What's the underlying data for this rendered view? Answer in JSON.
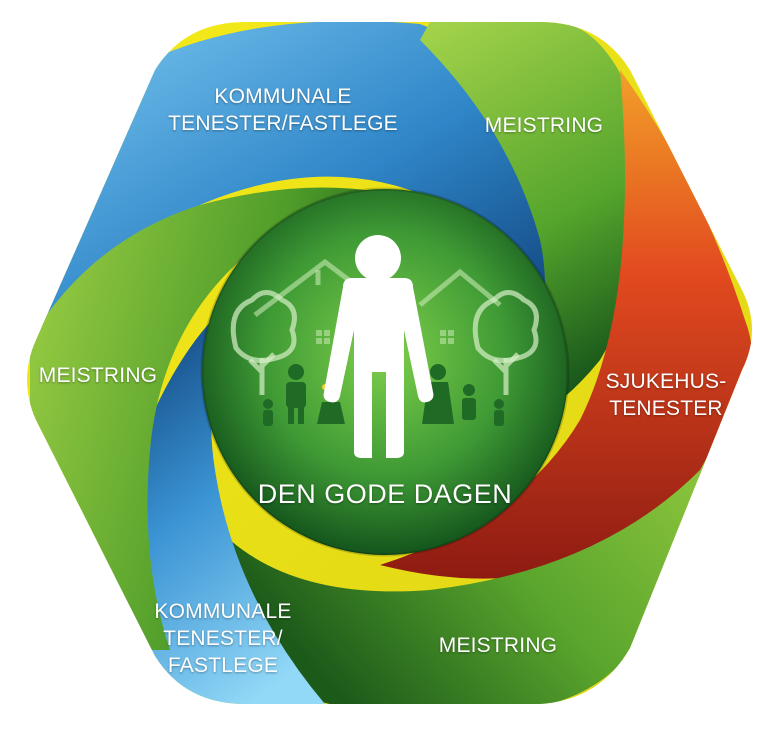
{
  "center": {
    "title": "DEN GODE DAGEN"
  },
  "segments": {
    "top_left": {
      "lines": [
        "KOMMUNALE",
        "TENESTER/FASTLEGE"
      ]
    },
    "top_right": {
      "lines": [
        "MEISTRING"
      ]
    },
    "left": {
      "lines": [
        "MEISTRING"
      ]
    },
    "right": {
      "lines": [
        "SJUKEHUS-",
        "TENESTER"
      ]
    },
    "bottom_left": {
      "lines": [
        "KOMMUNALE",
        "TENESTER/",
        "FASTLEGE"
      ]
    },
    "bottom_right": {
      "lines": [
        "MEISTRING"
      ]
    }
  },
  "icons": [
    "person-icon",
    "family-icon",
    "house-icon",
    "tree-icon"
  ],
  "colors": {
    "green": "#4f9d2a",
    "blue": "#2f86c8",
    "red": "#c8321e",
    "yellow": "#f1e312",
    "center_green": "#3f9a35",
    "white": "#ffffff"
  }
}
